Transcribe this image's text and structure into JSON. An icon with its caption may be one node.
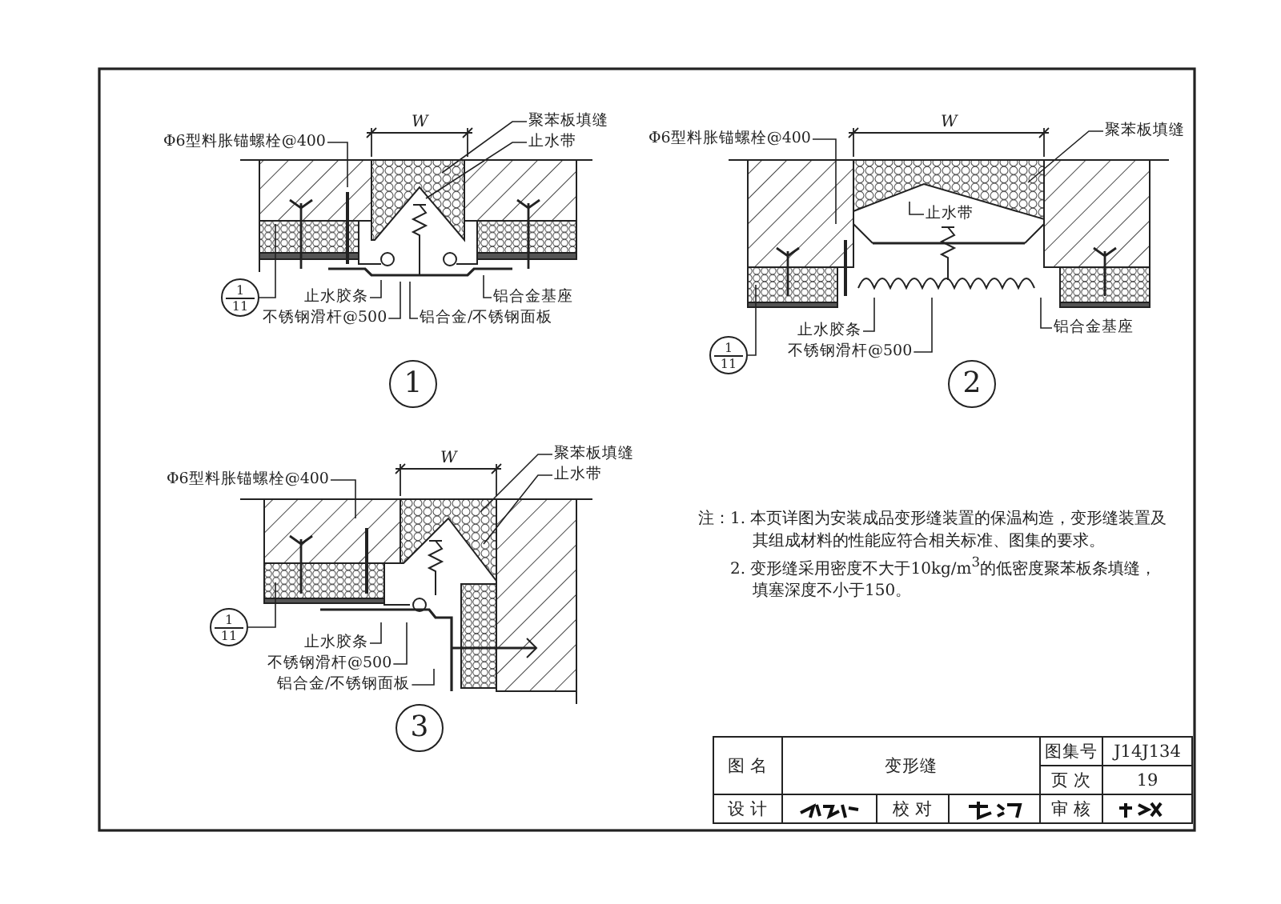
{
  "diagram": {
    "nodes": [
      {
        "text": [
          "Φ6型料胀锚螺栓@400"
        ]
      },
      {
        "text": [
          "聚苯板填缝"
        ]
      },
      {
        "text": [
          "止水带"
        ]
      },
      {
        "text": [
          "1",
          "11"
        ]
      },
      {
        "text": [
          "止水胶条"
        ]
      },
      {
        "text": [
          "铝合金基座"
        ]
      },
      {
        "text": [
          "不锈钢滑杆@500"
        ]
      },
      {
        "text": [
          "铝合金/不锈钢面板"
        ]
      },
      {
        "text": [
          "1"
        ]
      },
      {
        "text": [
          "Φ6型料胀锚螺栓@400"
        ]
      },
      {
        "text": [
          "聚苯板填缝"
        ]
      },
      {
        "text": [
          "止水带"
        ]
      },
      {
        "text": [
          "止水胶条"
        ]
      },
      {
        "text": [
          "铝合金基座"
        ]
      },
      {
        "text": [
          "1",
          "11"
        ]
      },
      {
        "text": [
          "不锈钢滑杆@500"
        ]
      },
      {
        "text": [
          "2"
        ]
      },
      {
        "text": [
          "Φ6型料胀锚螺栓@400"
        ]
      },
      {
        "text": [
          "聚苯板填缝"
        ]
      },
      {
        "text": [
          "止水带"
        ]
      },
      {
        "text": [
          "1",
          "11"
        ]
      },
      {
        "text": [
          "止水胶条"
        ]
      },
      {
        "text": [
          "不锈钢滑杆@500"
        ]
      },
      {
        "text": [
          "铝合金/不锈钢面板"
        ]
      },
      {
        "text": [
          "3"
        ]
      }
    ],
    "edges": [
      {
        "from": 0,
        "to": null,
        "arrow": "none"
      },
      {
        "from": 1,
        "to": null,
        "arrow": "none"
      },
      {
        "from": 2,
        "to": null,
        "arrow": "none"
      },
      {
        "from": 3,
        "to": null,
        "arrow": "none"
      },
      {
        "from": 4,
        "to": null,
        "arrow": "none"
      },
      {
        "from": 5,
        "to": null,
        "arrow": "none"
      },
      {
        "from": 6,
        "to": null,
        "arrow": "none"
      },
      {
        "from": 7,
        "to": null,
        "arrow": "none"
      },
      {
        "from": 9,
        "to": null,
        "arrow": "none"
      },
      {
        "from": 10,
        "to": null,
        "arrow": "none"
      },
      {
        "from": 11,
        "to": null,
        "arrow": "none"
      },
      {
        "from": 12,
        "to": null,
        "arrow": "none"
      },
      {
        "from": 13,
        "to": null,
        "arrow": "none"
      },
      {
        "from": 14,
        "to": null,
        "arrow": "none"
      },
      {
        "from": 15,
        "to": null,
        "arrow": "none"
      },
      {
        "from": 17,
        "to": null,
        "arrow": "none"
      },
      {
        "from": 18,
        "to": null,
        "arrow": "none"
      },
      {
        "from": 19,
        "to": null,
        "arrow": "none"
      },
      {
        "from": 20,
        "to": null,
        "arrow": "none"
      },
      {
        "from": 21,
        "to": null,
        "arrow": "none"
      },
      {
        "from": 22,
        "to": null,
        "arrow": "none"
      },
      {
        "from": 23,
        "to": null,
        "arrow": "none"
      }
    ],
    "labels": [
      "W",
      "W",
      "W",
      "注：",
      "1. 本页详图为安装成品变形缝装置的保温构造，变形缝装置及其组成材料的性能应符合相关标准、图集的要求。",
      "2. 变形缝采用密度不大于10kg/m$^{3}$的低密度聚苯板条填缝，填塞深度不小于150。",
      "图 名",
      "变形缝",
      "图集号",
      "J14J134",
      "页 次",
      "19",
      "设 计",
      "校 对",
      "审 核"
    ]
  }
}
